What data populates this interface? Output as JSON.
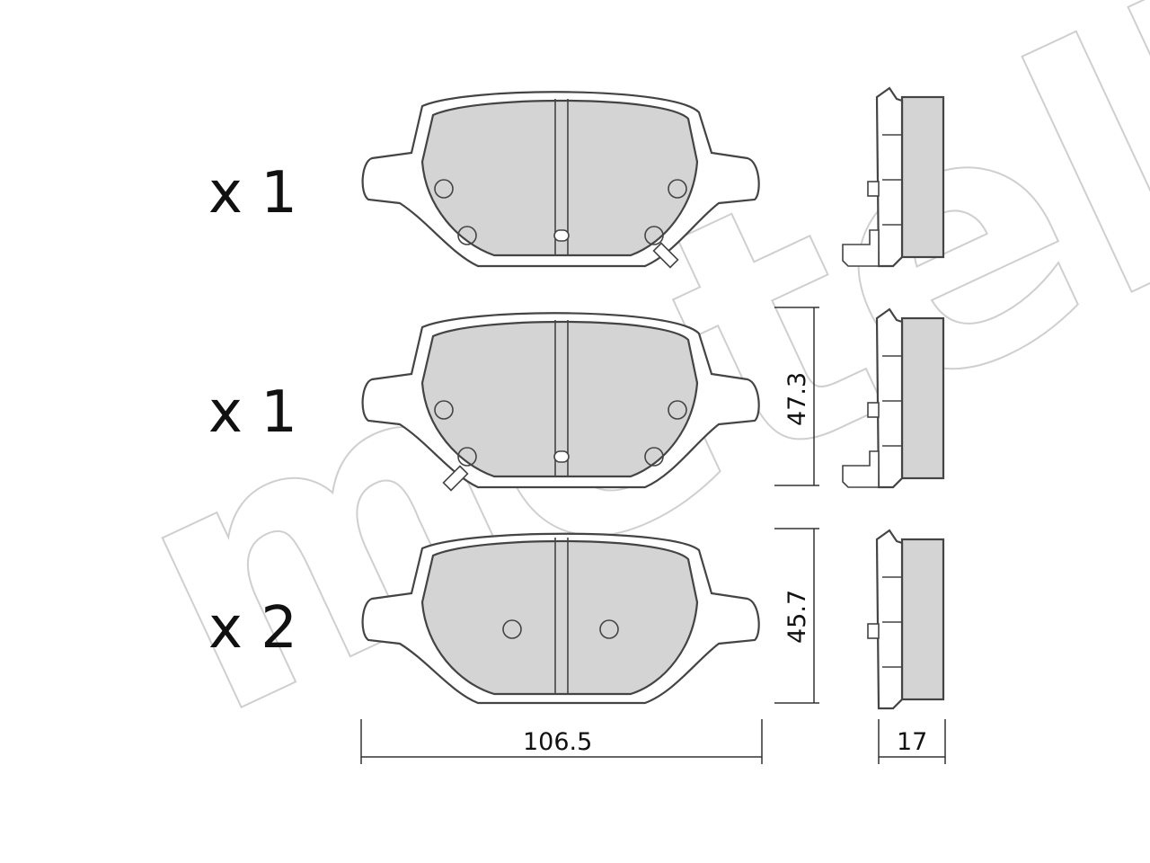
{
  "watermark": {
    "text": "metelli"
  },
  "pads": [
    {
      "quantity_label": "x 1"
    },
    {
      "quantity_label": "x 1"
    },
    {
      "quantity_label": "x 2"
    }
  ],
  "dimensions": {
    "height_top": "47.3",
    "height_bottom": "45.7",
    "width": "106.5",
    "thickness": "17"
  }
}
